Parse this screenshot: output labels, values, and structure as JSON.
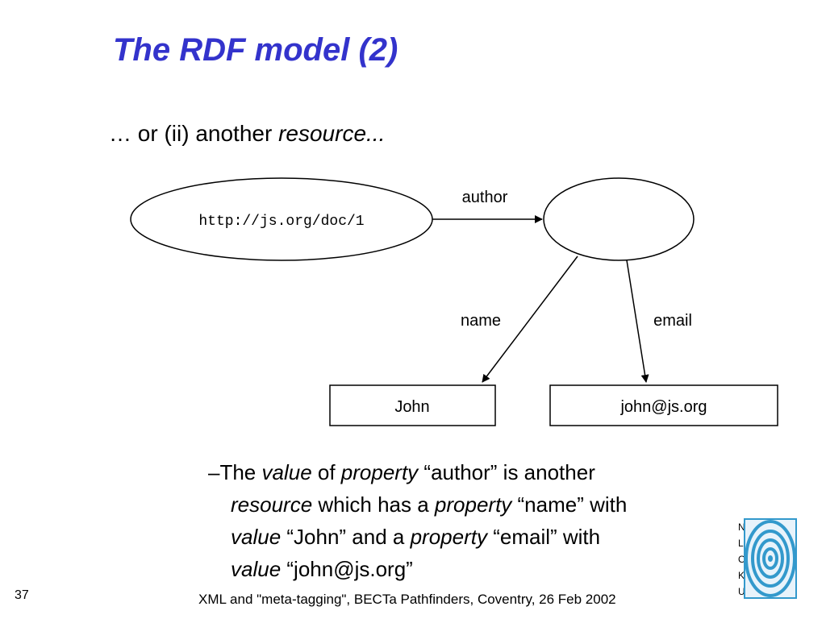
{
  "slide": {
    "title": "The RDF model (2)",
    "subtitle_prefix": "… or (ii) another ",
    "subtitle_emphasis": "resource...",
    "page_number": "37",
    "footer": "XML and \"meta-tagging\", BECTa Pathfinders, Coventry, 26 Feb 2002"
  },
  "diagram": {
    "source_node": "http://js.org/doc/1",
    "edges": {
      "author": "author",
      "name": "name",
      "email": "email"
    },
    "literals": {
      "name_value": "John",
      "email_value": "john@js.org"
    }
  },
  "description": {
    "bullet": "–",
    "l1_a": "The ",
    "l1_b": "value",
    "l1_c": " of ",
    "l1_d": "property",
    "l1_e": " “author” is another",
    "l2_a": "resource",
    "l2_b": " which has a ",
    "l2_c": "property",
    "l2_d": " “name” with",
    "l3_a": "value",
    "l3_b": " “John” and a ",
    "l3_c": "property",
    "l3_d": " “email” with",
    "l4_a": "value",
    "l4_b": " “john@js.org”"
  },
  "logo": {
    "letters": "U K O L N",
    "color": "#3399cc"
  }
}
